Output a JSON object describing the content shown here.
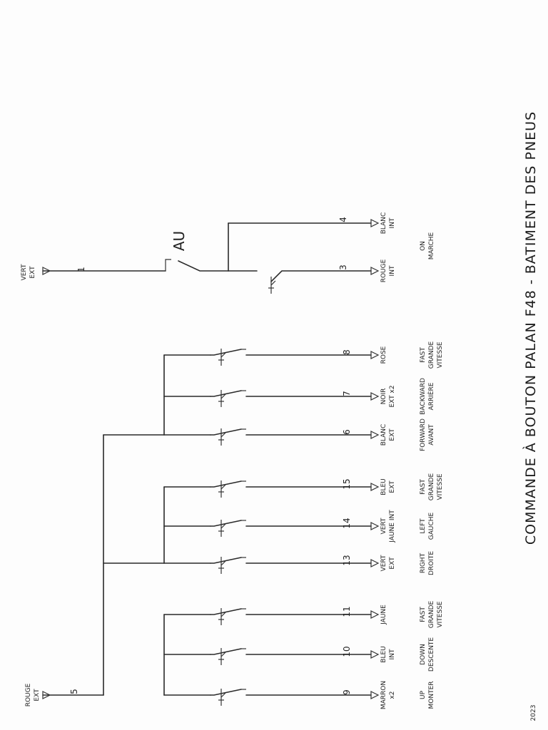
{
  "title": "COMMANDE À BOUTON PALAN F48 - BATIMENT DES PNEUS",
  "year": "2023",
  "emergency_stop": "AU",
  "common_supply": {
    "color": "ROUGE",
    "side": "EXT",
    "wire": "5"
  },
  "top_supply": {
    "color": "VERT",
    "side": "EXT",
    "wire": "1"
  },
  "branches": [
    {
      "wire": "9",
      "color": "MARRON",
      "detail": "x2",
      "function_en": "UP",
      "function_fr": "MONTER",
      "extra": ""
    },
    {
      "wire": "10",
      "color": "BLEU",
      "detail": "INT",
      "function_en": "DOWN",
      "function_fr": "DESCENTE",
      "extra": ""
    },
    {
      "wire": "11",
      "color": "JAUNE",
      "detail": "",
      "function_en": "FAST",
      "function_fr": "GRANDE",
      "extra": "VITESSE"
    },
    {
      "wire": "13",
      "color": "VERT",
      "detail": "EXT",
      "function_en": "RIGHT",
      "function_fr": "DROITE",
      "extra": ""
    },
    {
      "wire": "14",
      "color": "VERT",
      "detail": "JAUNE INT",
      "function_en": "LEFT",
      "function_fr": "GAUCHE",
      "extra": ""
    },
    {
      "wire": "15",
      "color": "BLEU",
      "detail": "EXT",
      "function_en": "FAST",
      "function_fr": "GRANDE",
      "extra": "VITESSE"
    },
    {
      "wire": "6",
      "color": "BLANC",
      "detail": "EXT",
      "function_en": "FORWARD",
      "function_fr": "AVANT",
      "extra": ""
    },
    {
      "wire": "7",
      "color": "NOIR",
      "detail": "EXT x2",
      "function_en": "BACKWARD",
      "function_fr": "ARRIÈRE",
      "extra": ""
    },
    {
      "wire": "8",
      "color": "ROSE",
      "detail": "",
      "function_en": "FAST",
      "function_fr": "GRANDE",
      "extra": "VITESSE"
    }
  ],
  "on_branch": {
    "wire_out": "3",
    "color_out": "ROUGE",
    "detail_out": "INT",
    "wire_aux": "4",
    "color_aux": "BLANC",
    "detail_aux": "INT",
    "function_en": "ON",
    "function_fr": "MARCHE"
  }
}
